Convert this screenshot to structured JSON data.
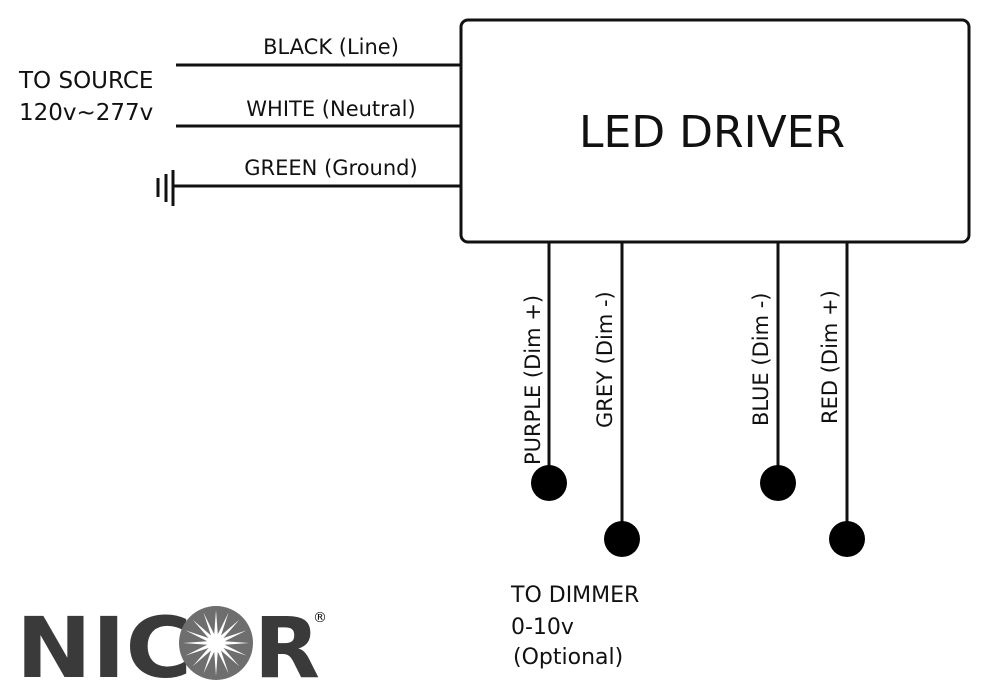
{
  "driver": {
    "title": "LED DRIVER"
  },
  "source": {
    "label_line1": "TO SOURCE",
    "label_line2": "120v~277v",
    "wires": [
      {
        "color_name": "BLACK",
        "function": "Line",
        "label": "BLACK (Line)"
      },
      {
        "color_name": "WHITE",
        "function": "Neutral",
        "label": "WHITE (Neutral)"
      },
      {
        "color_name": "GREEN",
        "function": "Ground",
        "label": "GREEN (Ground)",
        "terminal": "ground-symbol"
      }
    ]
  },
  "dimmer": {
    "label_line1": "TO DIMMER",
    "label_line2": "0-10v",
    "label_line3": "(Optional)",
    "wires": [
      {
        "color_name": "PURPLE",
        "function": "Dim +",
        "label": "PURPLE (Dim +)"
      },
      {
        "color_name": "GREY",
        "function": "Dim -",
        "label": "GREY (Dim -)"
      },
      {
        "color_name": "BLUE",
        "function": "Dim -",
        "label": "BLUE (Dim -)"
      },
      {
        "color_name": "RED",
        "function": "Dim +",
        "label": "RED (Dim +)"
      }
    ]
  },
  "logo": {
    "text_before": "NIC",
    "text_after": "R",
    "registered": "®",
    "brand": "NICOR",
    "text_color": "#3a3a3a",
    "emblem_color": "#6e6e6e"
  }
}
